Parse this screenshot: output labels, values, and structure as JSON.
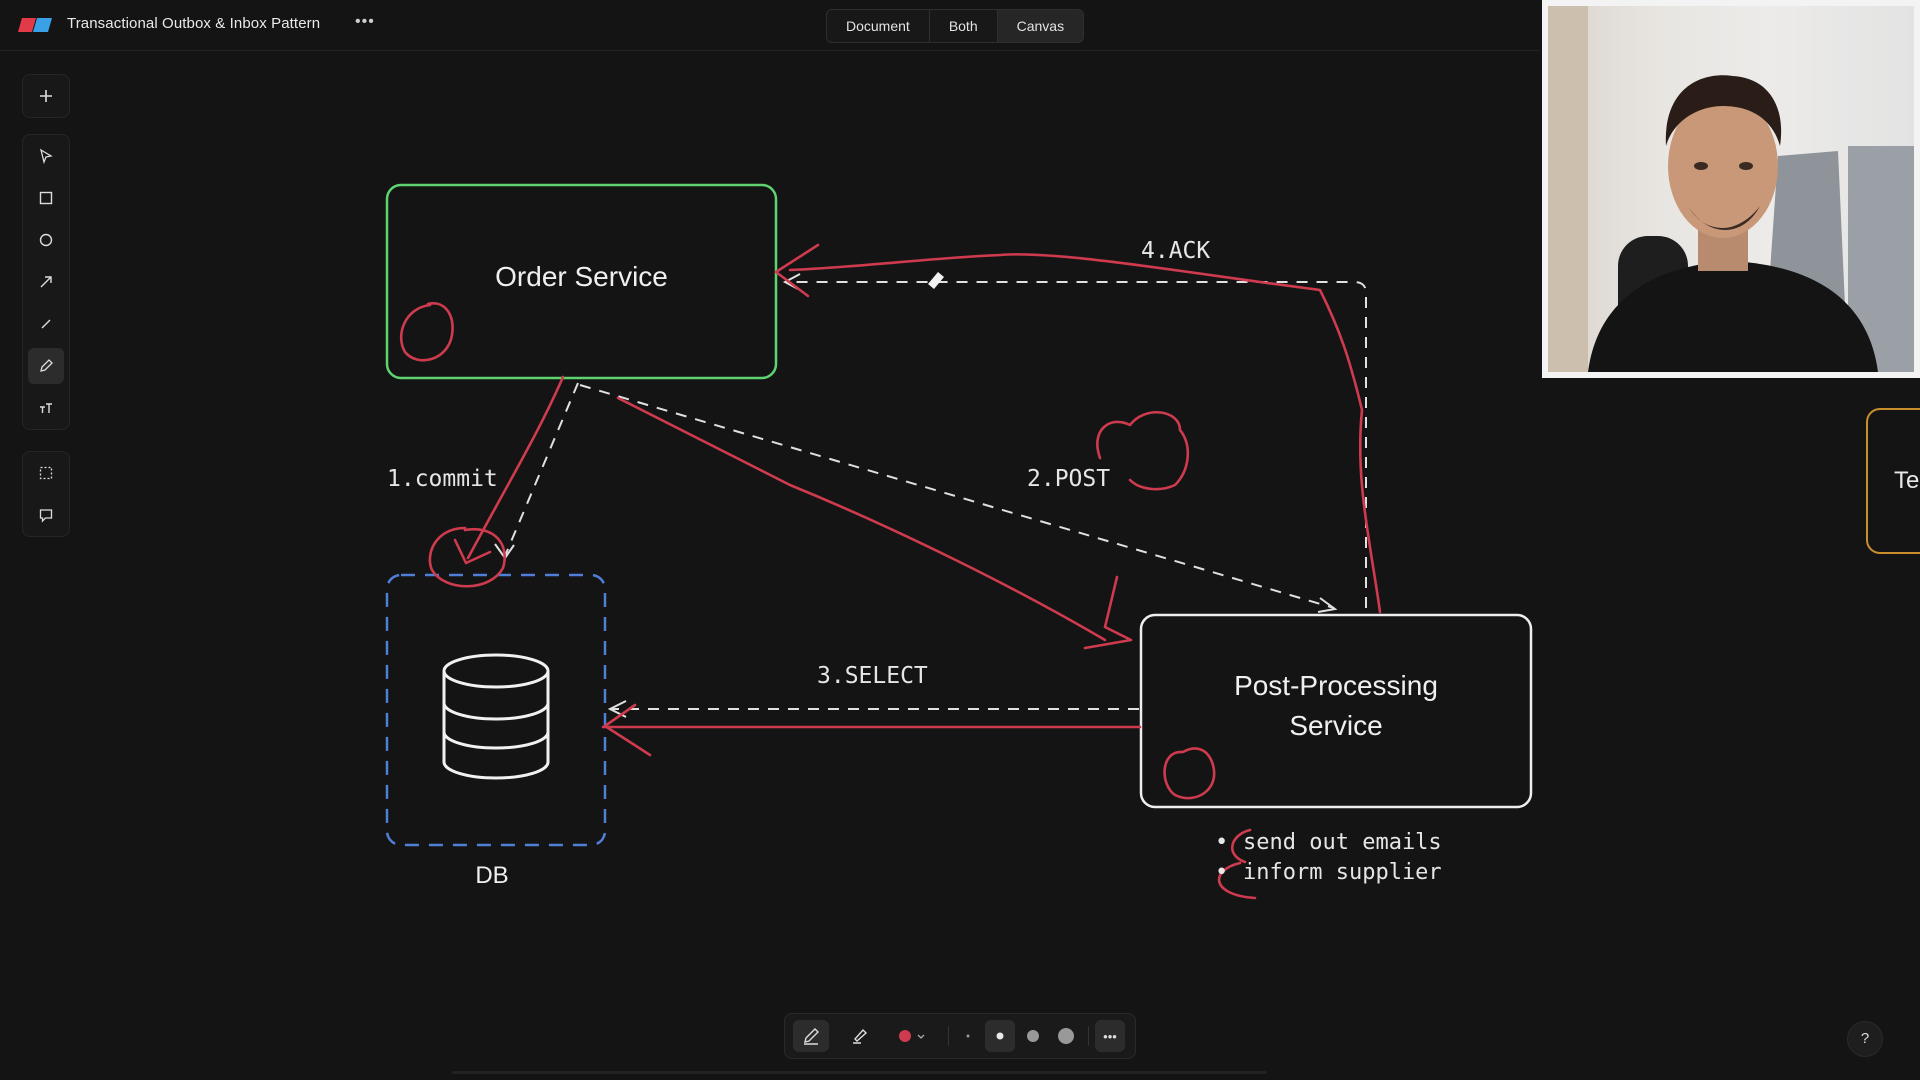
{
  "header": {
    "title": "Transactional Outbox & Inbox Pattern",
    "more": "•••",
    "views": [
      {
        "label": "Document",
        "active": false
      },
      {
        "label": "Both",
        "active": false
      },
      {
        "label": "Canvas",
        "active": true
      }
    ]
  },
  "toolbar": {
    "tools": [
      "add-icon",
      "select-arrow-icon",
      "rectangle-icon",
      "ellipse-icon",
      "arrow-icon",
      "line-icon",
      "pencil-icon",
      "text-icon",
      "frame-icon",
      "comment-icon"
    ],
    "active": "pencil-icon"
  },
  "diagram": {
    "order_service": "Order Service",
    "post_processing_line1": "Post-Processing",
    "post_processing_line2": "Service",
    "db_label": "DB",
    "step1": "1.commit",
    "step2": "2.POST",
    "step3": "3.SELECT",
    "step4": "4.ACK",
    "bullet1": "send out emails",
    "bullet2": "inform supplier",
    "partial_card_text": "Te"
  },
  "bottom": {
    "more": "•••"
  },
  "help": "?",
  "colors": {
    "order_border": "#5fd36f",
    "db_border": "#4f7fd6",
    "ink": "#cf3b4e",
    "partial_border": "#c98f2c"
  }
}
